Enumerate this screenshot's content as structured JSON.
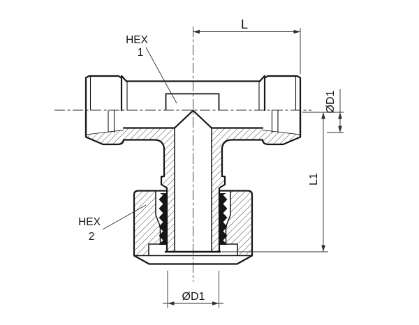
{
  "drawing": {
    "kind": "technical-drawing",
    "component": "branch tee fitting cross-section",
    "labels": {
      "hex1": {
        "line1": "HEX",
        "line2": "1"
      },
      "hex2": {
        "line1": "HEX",
        "line2": "2"
      }
    },
    "dimensions": {
      "length_top": "L",
      "diameter_right": "ØD1",
      "length_right": "L1",
      "diameter_bottom": "ØD1"
    },
    "colors": {
      "background": "#ffffff",
      "outline": "#161616",
      "dimension": "#2e2e2e",
      "hatch": "#474747"
    }
  }
}
